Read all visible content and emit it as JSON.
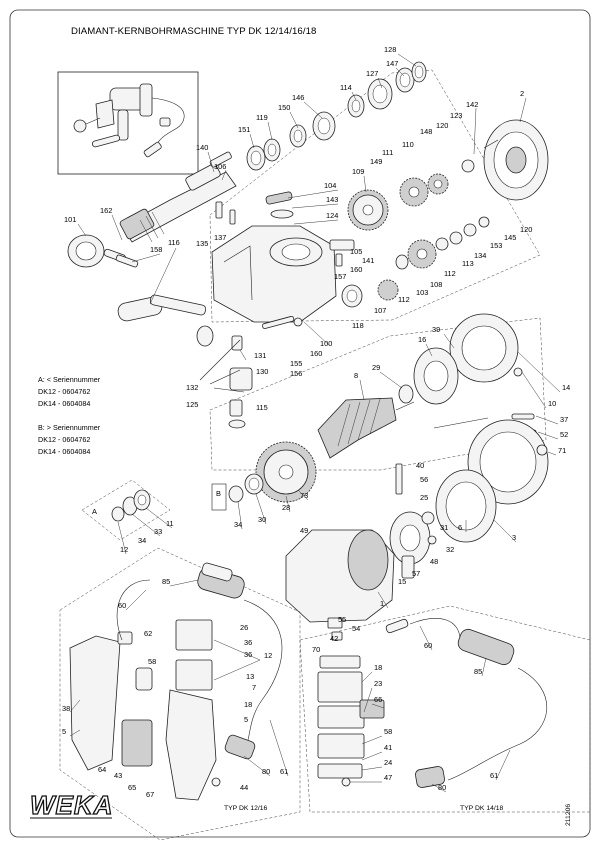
{
  "title": "DIAMANT-KERNBOHRMASCHINE TYP DK 12/14/16/18",
  "notes": {
    "a_header": "A: < Seriennummer",
    "a_dk12": "DK12 - 0604762",
    "a_dk14": "DK14 - 0604084",
    "b_header": "B: > Seriennummer",
    "b_dk12": "DK12 - 0604762",
    "b_dk14": "DK14 - 0604084"
  },
  "variant_labels": {
    "a": "A",
    "b": "B",
    "typ_12_16": "TYP DK 12/16",
    "typ_14_18": "TYP DK 14/18"
  },
  "logo": "WEKA",
  "doc_number": "211206",
  "callouts": {
    "c128": "128",
    "c147": "147",
    "c127": "127",
    "c114": "114",
    "c146": "146",
    "c142": "142",
    "c2": "2",
    "c123": "123",
    "c120a": "120",
    "c150": "150",
    "c119": "119",
    "c151": "151",
    "c140": "140",
    "c106": "106",
    "c148": "148",
    "c110": "110",
    "c111": "111",
    "c149": "149",
    "c109": "109",
    "c104": "104",
    "c143": "143",
    "c124": "124",
    "c162": "162",
    "c101": "101",
    "c135": "135",
    "c137": "137",
    "c120b": "120",
    "c145": "145",
    "c153": "153",
    "c134": "134",
    "c113": "113",
    "c112a": "112",
    "c108": "108",
    "c103": "103",
    "c112b": "112",
    "c158": "158",
    "c116": "116",
    "c105": "105",
    "c141": "141",
    "c157": "157",
    "c160a": "160",
    "c107": "107",
    "c118": "118",
    "c131": "131",
    "c160b": "160",
    "c100": "100",
    "c155": "155",
    "c156": "156",
    "c130": "130",
    "c132": "132",
    "c125": "125",
    "c115": "115",
    "c39": "39",
    "c16": "16",
    "c29": "29",
    "c8": "8",
    "c14": "14",
    "c10": "10",
    "c37": "37",
    "c52": "52",
    "c71": "71",
    "c40": "40",
    "c56": "56",
    "c25": "25",
    "c73": "73",
    "c28": "28",
    "c30": "30",
    "c34a": "34",
    "c11": "11",
    "c33": "33",
    "c12": "12",
    "c34b": "34",
    "c49": "49",
    "c6": "6",
    "c3": "3",
    "c31": "31",
    "c32": "32",
    "c48": "48",
    "c57": "57",
    "c15": "15",
    "c1": "1",
    "c55": "55",
    "c54": "54",
    "c42": "42",
    "c70": "70",
    "c85a": "85",
    "c60a": "60",
    "c26": "26",
    "c36a": "36",
    "c36b": "36",
    "c12b": "12",
    "c62": "62",
    "c13": "13",
    "c7": "7",
    "c58a": "58",
    "c18a": "18",
    "c5a": "5",
    "c38": "38",
    "c5b": "5",
    "c64": "64",
    "c43": "43",
    "c65": "65",
    "c67": "67",
    "c80a": "80",
    "c61a": "61",
    "c44": "44",
    "c60b": "60",
    "c18b": "18",
    "c23": "23",
    "c66": "66",
    "c58b": "58",
    "c41": "41",
    "c24": "24",
    "c47": "47",
    "c85b": "85",
    "c80b": "80",
    "c61b": "61"
  }
}
